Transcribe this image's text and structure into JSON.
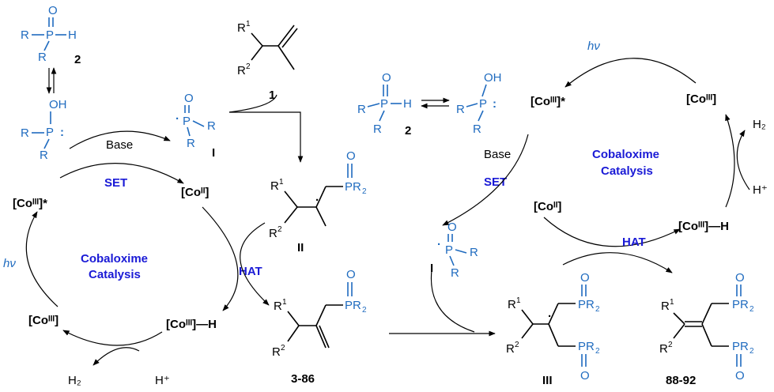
{
  "colors": {
    "phosphorus": "#1f6bbf",
    "catalysis_label": "#1a1ad6",
    "text": "#000000"
  },
  "labels": {
    "hv": "hν",
    "base": "Base",
    "set": "SET",
    "hat": "HAT",
    "cat_line1": "Cobaloxime",
    "cat_line2": "Catalysis",
    "h_plus": "H⁺",
    "h2": "H₂",
    "co_iii_star": "[Coᴵᴵᴵ]*",
    "co_ii": "[Coᴵᴵ]",
    "co_iii": "[Coᴵᴵᴵ]",
    "co_iii_h": "[Coᴵᴵᴵ]—H"
  },
  "compounds": {
    "c1": "1",
    "c2": "2",
    "cI": "I",
    "cII": "II",
    "cIII": "III",
    "c3_86": "3-86",
    "c88_92": "88-92"
  }
}
